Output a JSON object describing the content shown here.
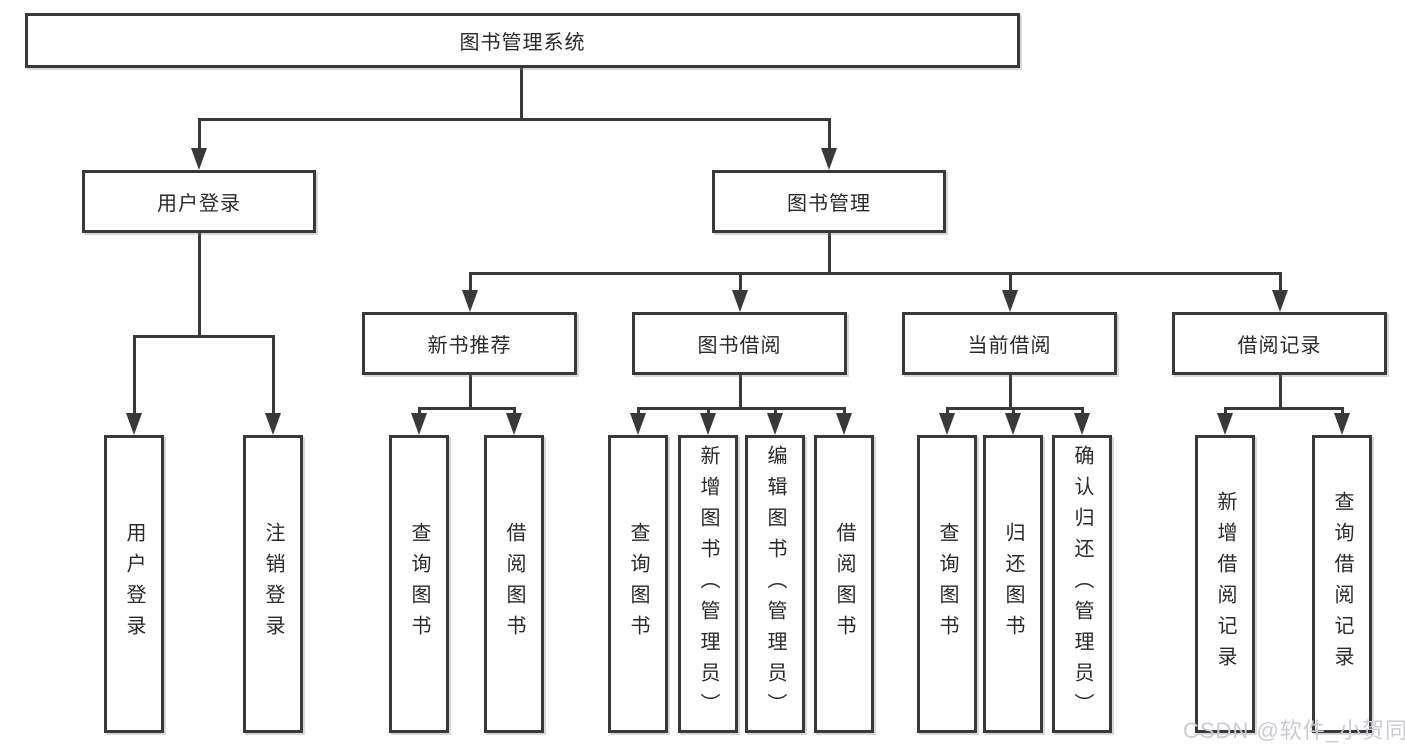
{
  "colors": {
    "background": "#ffffff",
    "line": "#393939",
    "box_border": "#393939",
    "text": "#2a2a2a",
    "watermark": "#caccd2"
  },
  "watermark": "CSDN @软件_小贺同学",
  "tree": {
    "root": "图书管理系统",
    "branches": [
      {
        "label": "用户登录",
        "children": [
          "用户登录",
          "注销登录"
        ]
      },
      {
        "label": "图书管理",
        "groups": [
          {
            "label": "新书推荐",
            "children": [
              "查询图书",
              "借阅图书"
            ]
          },
          {
            "label": "图书借阅",
            "children": [
              "查询图书",
              "新增图书（管理员）",
              "编辑图书（管理员）",
              "借阅图书"
            ]
          },
          {
            "label": "当前借阅",
            "children": [
              "查询图书",
              "归还图书",
              "确认归还（管理员）"
            ]
          },
          {
            "label": "借阅记录",
            "children": [
              "新增借阅记录",
              "查询借阅记录"
            ]
          }
        ]
      }
    ]
  }
}
